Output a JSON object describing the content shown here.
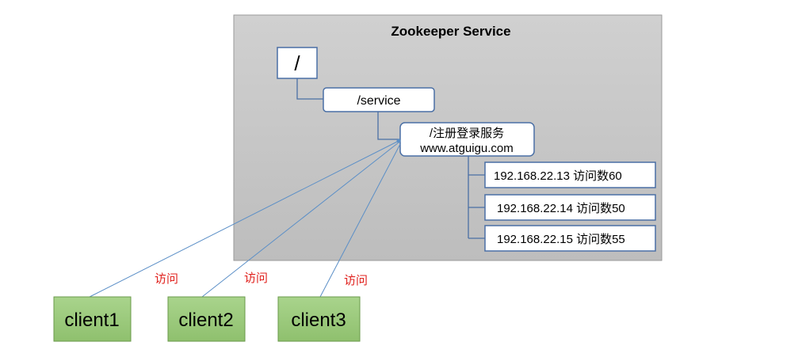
{
  "service": {
    "title": "Zookeeper Service",
    "root_node": "/",
    "service_node": "/service",
    "registration_node": {
      "line1": "/注册登录服务",
      "line2": "www.atguigu.com"
    },
    "servers": [
      {
        "label": "192.168.22.13  访问数60"
      },
      {
        "label": "192.168.22.14 访问数50"
      },
      {
        "label": "192.168.22.15 访问数55"
      }
    ]
  },
  "clients": [
    {
      "label": "client1",
      "access_label": "访问"
    },
    {
      "label": "client2",
      "access_label": "访问"
    },
    {
      "label": "client3",
      "access_label": "访问"
    }
  ],
  "colors": {
    "service_fill": "#c4c4c4",
    "node_border": "#4a6fa5",
    "client_fill": "#9ccc7e",
    "access_line": "#5b8fc7",
    "access_label": "#e0201c"
  }
}
